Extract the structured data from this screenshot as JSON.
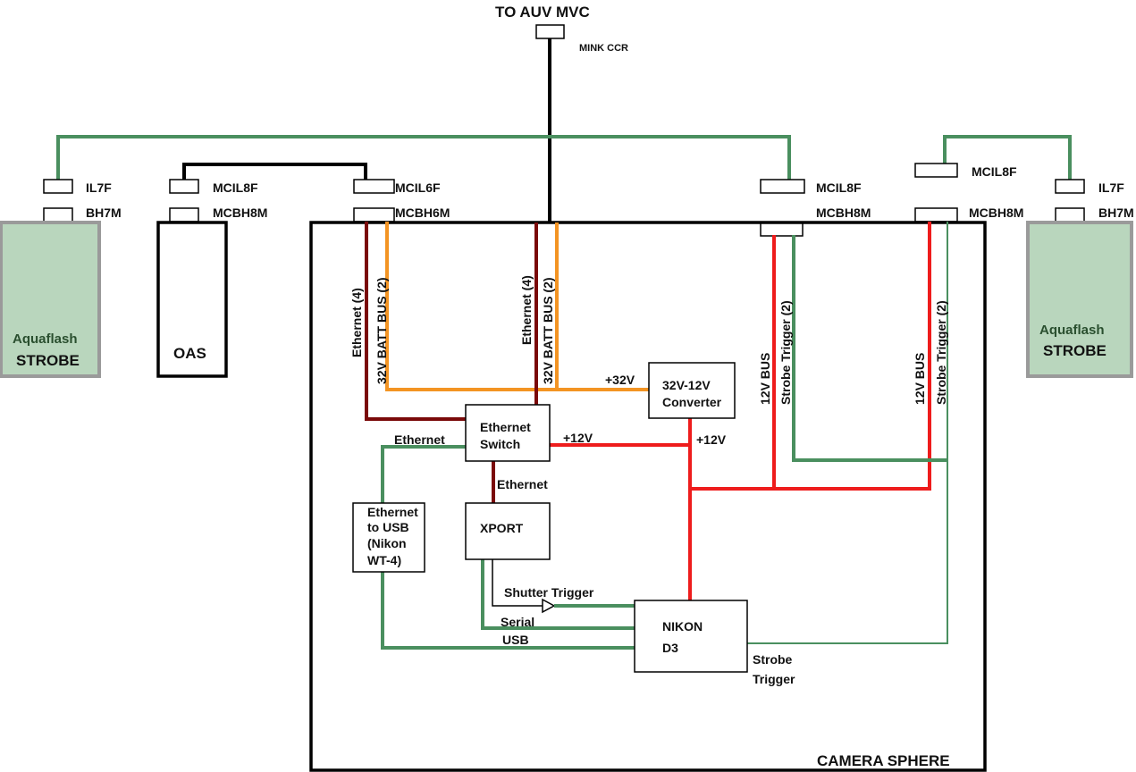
{
  "top": {
    "title": "TO AUV MVC",
    "ccr": "MINK CCR"
  },
  "colors": {
    "green": "#4a8f5f",
    "black": "#000000",
    "maroon": "#7a0a0a",
    "orange": "#f39423",
    "red": "#ee1c1c",
    "strobe_fill": "#b9d6bd",
    "strobe_border": "#9a9a9a"
  },
  "connectors": {
    "left_strobe_top": "IL7F",
    "left_strobe_bottom": "BH7M",
    "oas_top": "MCIL8F",
    "oas_bottom": "MCBH8M",
    "sphere_left_top": "MCIL6F",
    "sphere_left_bottom": "MCBH6M",
    "sphere_right_top": "MCIL8F",
    "sphere_right_bottom": "MCBH8M",
    "right_strobe_mcil": "MCIL8F",
    "right_strobe_mcbh": "MCBH8M",
    "right_strobe_top": "IL7F",
    "right_strobe_bottom": "BH7M"
  },
  "strobes": {
    "left": {
      "line1": "Aquaflash",
      "line2": "STROBE"
    },
    "right": {
      "line1": "Aquaflash",
      "line2": "STROBE"
    }
  },
  "oas": {
    "label": "OAS"
  },
  "sphere": {
    "label": "CAMERA SPHERE"
  },
  "bus_labels": {
    "left_eth": "Ethernet (4)",
    "left_batt": "32V BATT BUS (2)",
    "mid_eth": "Ethernet (4)",
    "mid_batt": "32V BATT BUS (2)",
    "r1_bus": "12V BUS",
    "r1_trig": "Strobe Trigger (2)",
    "r2_bus": "12V BUS",
    "r2_trig": "Strobe Trigger (2)"
  },
  "boxes": {
    "converter": {
      "line1": "32V-12V",
      "line2": "Converter"
    },
    "switch": {
      "line1": "Ethernet",
      "line2": "Switch"
    },
    "xport": {
      "line1": "XPORT"
    },
    "eth_usb": {
      "line1": "Ethernet",
      "line2": "to USB",
      "line3": "(Nikon",
      "line4": "WT-4)"
    },
    "nikon": {
      "line1": "NIKON",
      "line2": "D3"
    }
  },
  "wire_labels": {
    "plus32": "+32V",
    "plus12_switch": "+12V",
    "plus12_conv": "+12V",
    "ethernet_left": "Ethernet",
    "ethernet_down": "Ethernet",
    "shutter": "Shutter Trigger",
    "serial": "Serial",
    "usb": "USB",
    "strobe_trig_1": "Strobe",
    "strobe_trig_2": "Trigger"
  }
}
